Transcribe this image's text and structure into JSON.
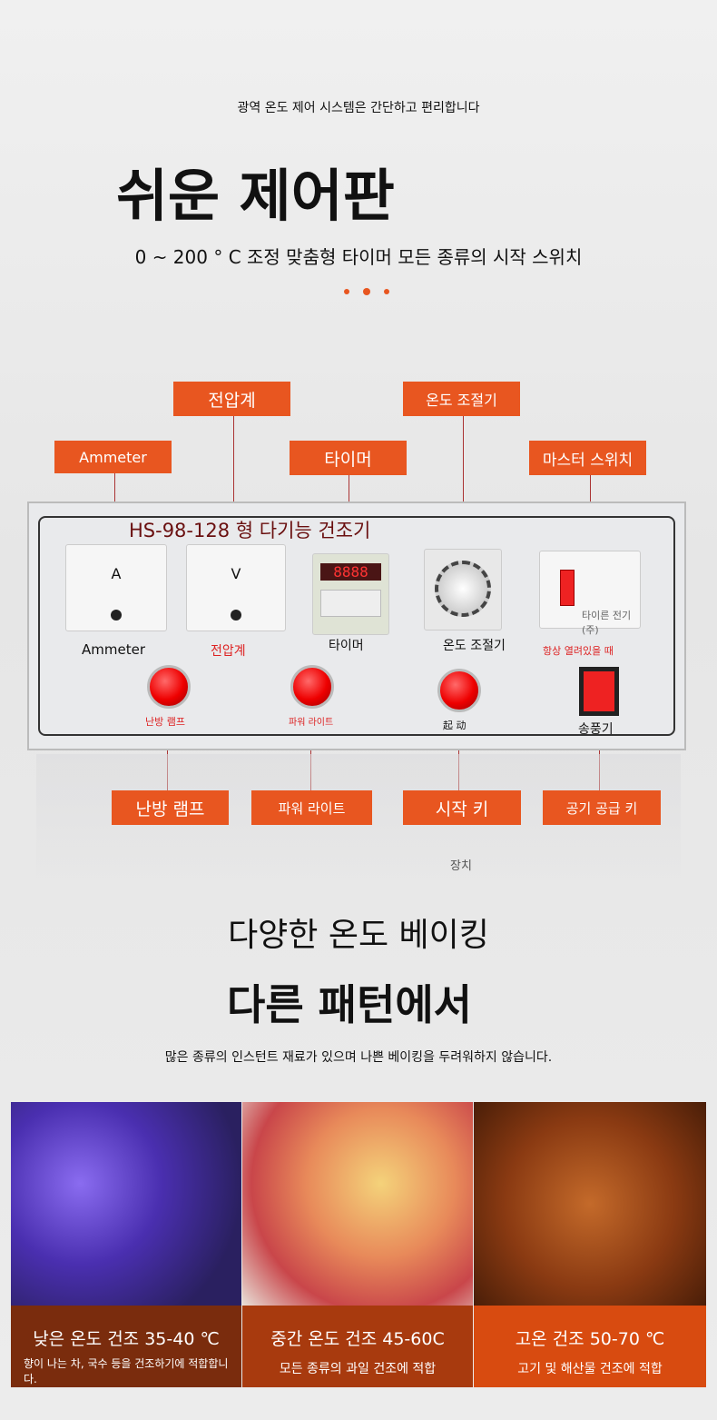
{
  "header": {
    "subtitle": "광역 온도 제어 시스템은 간단하고 편리합니다",
    "title": "쉬운 제어판",
    "features": "0 ~ 200 ° C 조정 맞춤형 타이머 모든 종류의 시작 스위치"
  },
  "callouts_top": {
    "voltmeter": "전압계",
    "thermostat": "온도 조절기",
    "ammeter": "Ammeter",
    "timer": "타이머",
    "master_switch": "마스터 스위치"
  },
  "panel": {
    "model": "HS-98-128 형 다기능 건조기",
    "ammeter": "Ammeter",
    "voltmeter": "전압계",
    "timer": "타이머",
    "thermostat": "온도 조절기",
    "always_open": "항상 열려있을 때",
    "heat_lamp": "난방 램프",
    "power_light": "파워 라이트",
    "start": "起 动",
    "blower": "송풍기",
    "timer_display": "8888",
    "breaker_text": "타이른 전기(주)"
  },
  "callouts_bottom": {
    "heat_lamp": "난방 램프",
    "power_light": "파워 라이트",
    "start_key": "시작 키",
    "air_key": "공기 공급 키"
  },
  "reflection": {
    "device": "장치"
  },
  "section2": {
    "title1": "다양한 온도 베이킹",
    "title2": "다른 패턴에서",
    "desc": "많은 종류의 인스턴트 재료가 있으며 나쁜 베이킹을 두려워하지 않습니다."
  },
  "cards": [
    {
      "title": "낮은 온도 건조 35-40 ℃",
      "desc": "향이 나는 차, 국수 등을 건조하기에 적합합니다.",
      "color": "#7a2c0d"
    },
    {
      "title": "중간 온도 건조 45-60C",
      "desc": "모든 종류의 과일 건조에 적합",
      "color": "#a83a0e"
    },
    {
      "title": "고온 건조 50-70 ℃",
      "desc": "고기 및 해산물 건조에 적합",
      "color": "#d84b10"
    }
  ],
  "colors": {
    "accent": "#e85620"
  }
}
